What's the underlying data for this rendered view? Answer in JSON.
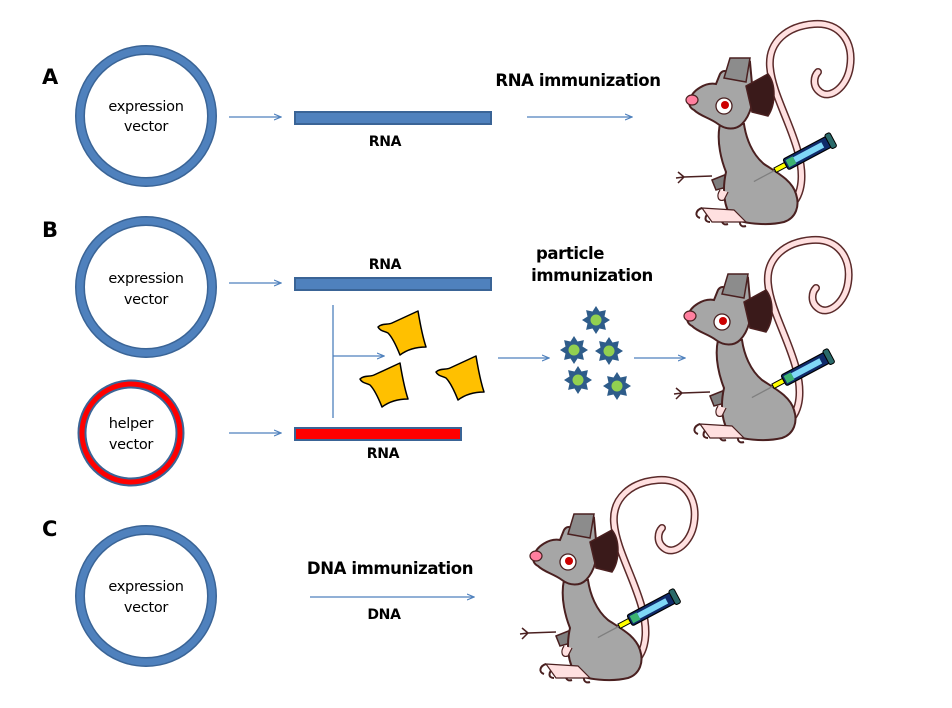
{
  "figure": {
    "panels": [
      {
        "id": "A",
        "letter": "A",
        "vector_label_line1": "expression",
        "vector_label_line2": "vector",
        "product_label": "RNA",
        "method_label": "RNA immunization",
        "target": "mouse"
      },
      {
        "id": "B",
        "letter": "B",
        "vector_label_line1": "expression",
        "vector_label_line2": "vector",
        "helper_label_line1": "helper",
        "helper_label_line2": "vector",
        "product_label": "RNA",
        "helper_product_label": "RNA",
        "method_label_line1": "particle",
        "method_label_line2": "immunization",
        "particle_count": 5,
        "fragment_count": 3,
        "target": "mouse"
      },
      {
        "id": "C",
        "letter": "C",
        "vector_label_line1": "expression",
        "vector_label_line2": "vector",
        "product_label": "DNA",
        "method_label": "DNA immunization",
        "target": "mouse"
      }
    ],
    "colors": {
      "vector_ring": "#4f81bd",
      "vector_ring_dark": "#3a6496",
      "helper_ring": "#ff0000",
      "rna_bar": "#4f81bd",
      "helper_rna_bar": "#ff0000",
      "arrow": "#4f81bd",
      "fragment": "#ffc000",
      "particle_star": "#2e5c8a",
      "particle_core": "#92d050",
      "mouse_body": "#a6a6a6",
      "mouse_tail": "#ffe0e0"
    },
    "icons": {
      "mouse": "mouse-icon",
      "syringe": "syringe-icon",
      "particle": "virus-like-particle-icon",
      "fragment": "protein-fragment-icon"
    }
  }
}
